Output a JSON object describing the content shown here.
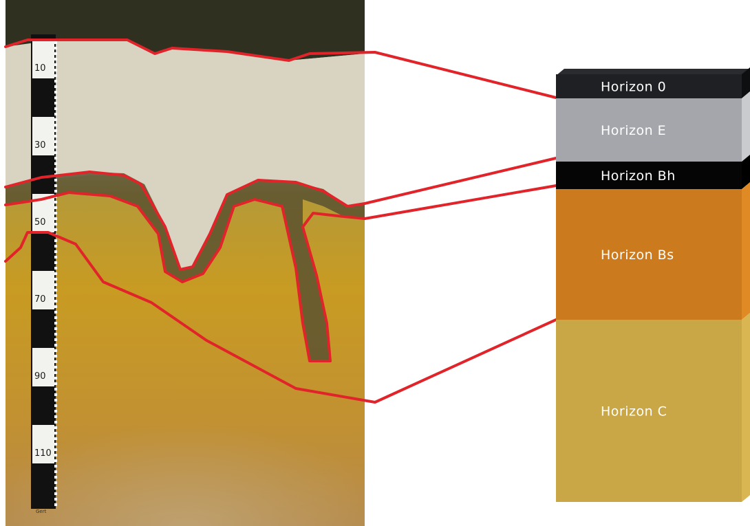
{
  "horizons": [
    {
      "label": "Horizon 0",
      "color": "#1f2023",
      "side": "#0e0f10"
    },
    {
      "label": "Horizon E",
      "color": "#a4a6ab",
      "side": "#c9cbce"
    },
    {
      "label": "Horizon Bh",
      "color": "#050505",
      "side": "#000000"
    },
    {
      "label": "Horizon Bs",
      "color": "#cc7a1e",
      "side": "#e08a25"
    },
    {
      "label": "Horizon C",
      "color": "#c9a646",
      "side": "#d9b652"
    }
  ],
  "ruler": {
    "ticks": [
      "10",
      "30",
      "50",
      "70",
      "90",
      "110"
    ],
    "maker": "Gert"
  },
  "colors": {
    "boundary_line": "#e0242a",
    "humus_top": "#3c3a26",
    "eluvial": "#d8d4c2",
    "spodic": "#c89a22",
    "parent": "#b98a30"
  }
}
